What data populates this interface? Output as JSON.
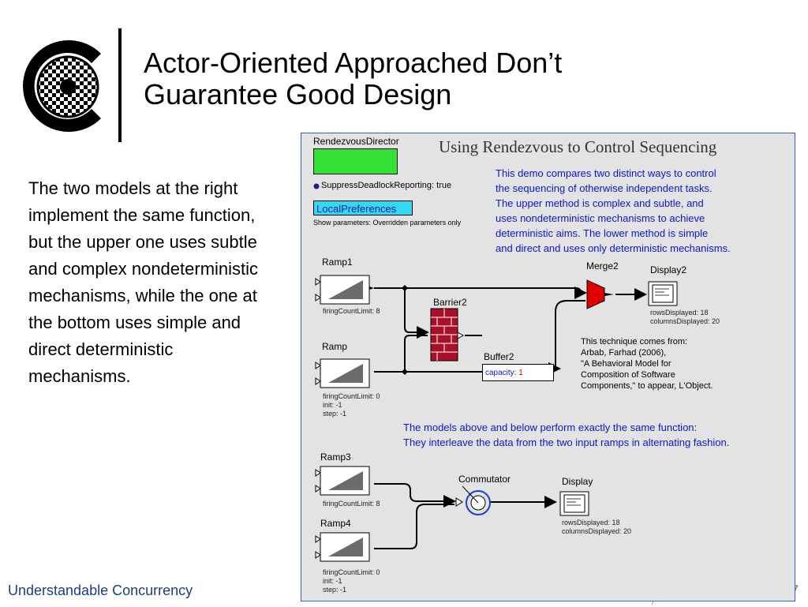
{
  "slide": {
    "title_line1": "Actor-Oriented Approached Don’t",
    "title_line2": "Guarantee Good Design",
    "body": "The two models at the right implement the same function, but the upper one uses subtle and complex nondeterministic mechanisms, while the one at the bottom uses simple and direct deterministic mechanisms.",
    "footer": "Understandable Concurrency",
    "page_number": "7",
    "page_dot": "/"
  },
  "diagram": {
    "director_name": "RendezvousDirector",
    "heading": "Using Rendezvous to Control Sequencing",
    "suppress_param": "SuppressDeadlockReporting: true",
    "local_preferences": "LocalPreferences",
    "show_parameters": "Show parameters: Overridden parameters only",
    "description": [
      "This demo compares two distinct ways to control",
      "the sequencing of otherwise independent tasks.",
      "The upper method is complex and subtle, and",
      "uses nondeterministic mechanisms to achieve",
      "deterministic aims. The lower method is simple",
      "and direct and uses only deterministic mechanisms."
    ],
    "ramp1": {
      "name": "Ramp1",
      "params": [
        "firingCountLimit: 8"
      ]
    },
    "ramp": {
      "name": "Ramp",
      "params": [
        "firingCountLimit: 0",
        "init: -1",
        "step: -1"
      ]
    },
    "barrier2": "Barrier2",
    "buffer2": {
      "name": "Buffer2",
      "capacity_label": "capacity:",
      "capacity_value": "1"
    },
    "merge2": "Merge2",
    "display2": {
      "name": "Display2",
      "params": [
        "rowsDisplayed: 18",
        "columnsDisplayed: 20"
      ]
    },
    "technique_note": [
      "This technique comes from:",
      "Arbab, Farhad (2006),",
      "\"A Behavioral Model for",
      "Composition of Software",
      "Components,\" to appear, L'Object."
    ],
    "models_note": [
      "The models above and below perform exactly the same function:",
      "They interleave the data from the two input ramps in alternating fashion."
    ],
    "ramp3": {
      "name": "Ramp3",
      "params": [
        "firingCountLimit: 8"
      ]
    },
    "ramp4": {
      "name": "Ramp4",
      "params": [
        "firingCountLimit: 0",
        "init: -1",
        "step: -1"
      ]
    },
    "commutator": "Commutator",
    "display": {
      "name": "Display",
      "params": [
        "rowsDisplayed: 18",
        "columnsDisplayed: 20"
      ]
    }
  },
  "colors": {
    "note_blue": "#0a17d6",
    "director_green": "#33e233",
    "local_pref_cyan": "#33d8f3",
    "merge_red": "#e00000",
    "barrier_red": "#a8102a",
    "footer_blue": "#1a3d8a"
  },
  "icons": [
    "logo-emblem",
    "ramp-icon",
    "merge-icon",
    "barrier-icon",
    "display-icon",
    "commutator-icon",
    "director-dot-icon"
  ]
}
